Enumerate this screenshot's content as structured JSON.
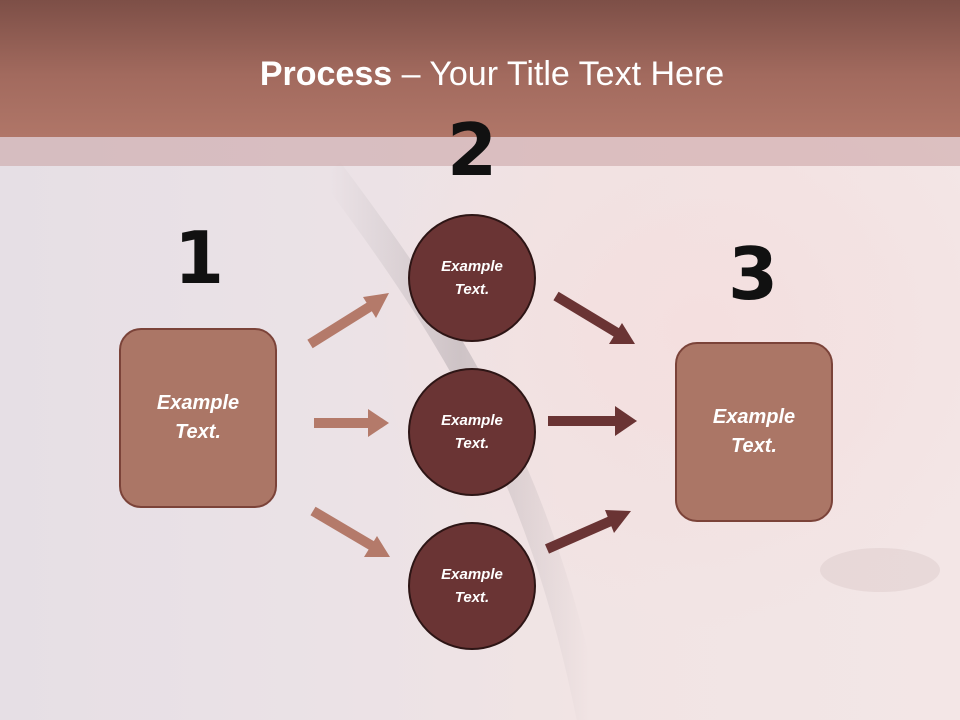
{
  "slide": {
    "title_bold": "Process",
    "title_rest": " – Your Title Text Here"
  },
  "diagram": {
    "steps": [
      {
        "number": "1",
        "nodes": [
          {
            "text": "Example Text."
          }
        ]
      },
      {
        "number": "2",
        "nodes": [
          {
            "text": "Example Text."
          },
          {
            "text": "Example Text."
          },
          {
            "text": "Example Text."
          }
        ]
      },
      {
        "number": "3",
        "nodes": [
          {
            "text": "Example Text."
          }
        ]
      }
    ]
  },
  "colors": {
    "header": "#a26a5e",
    "box_fill": "#ab7666",
    "circle_fill": "#6a3434",
    "arrow_light": "#b47a6a",
    "arrow_dark": "#6a3434"
  }
}
